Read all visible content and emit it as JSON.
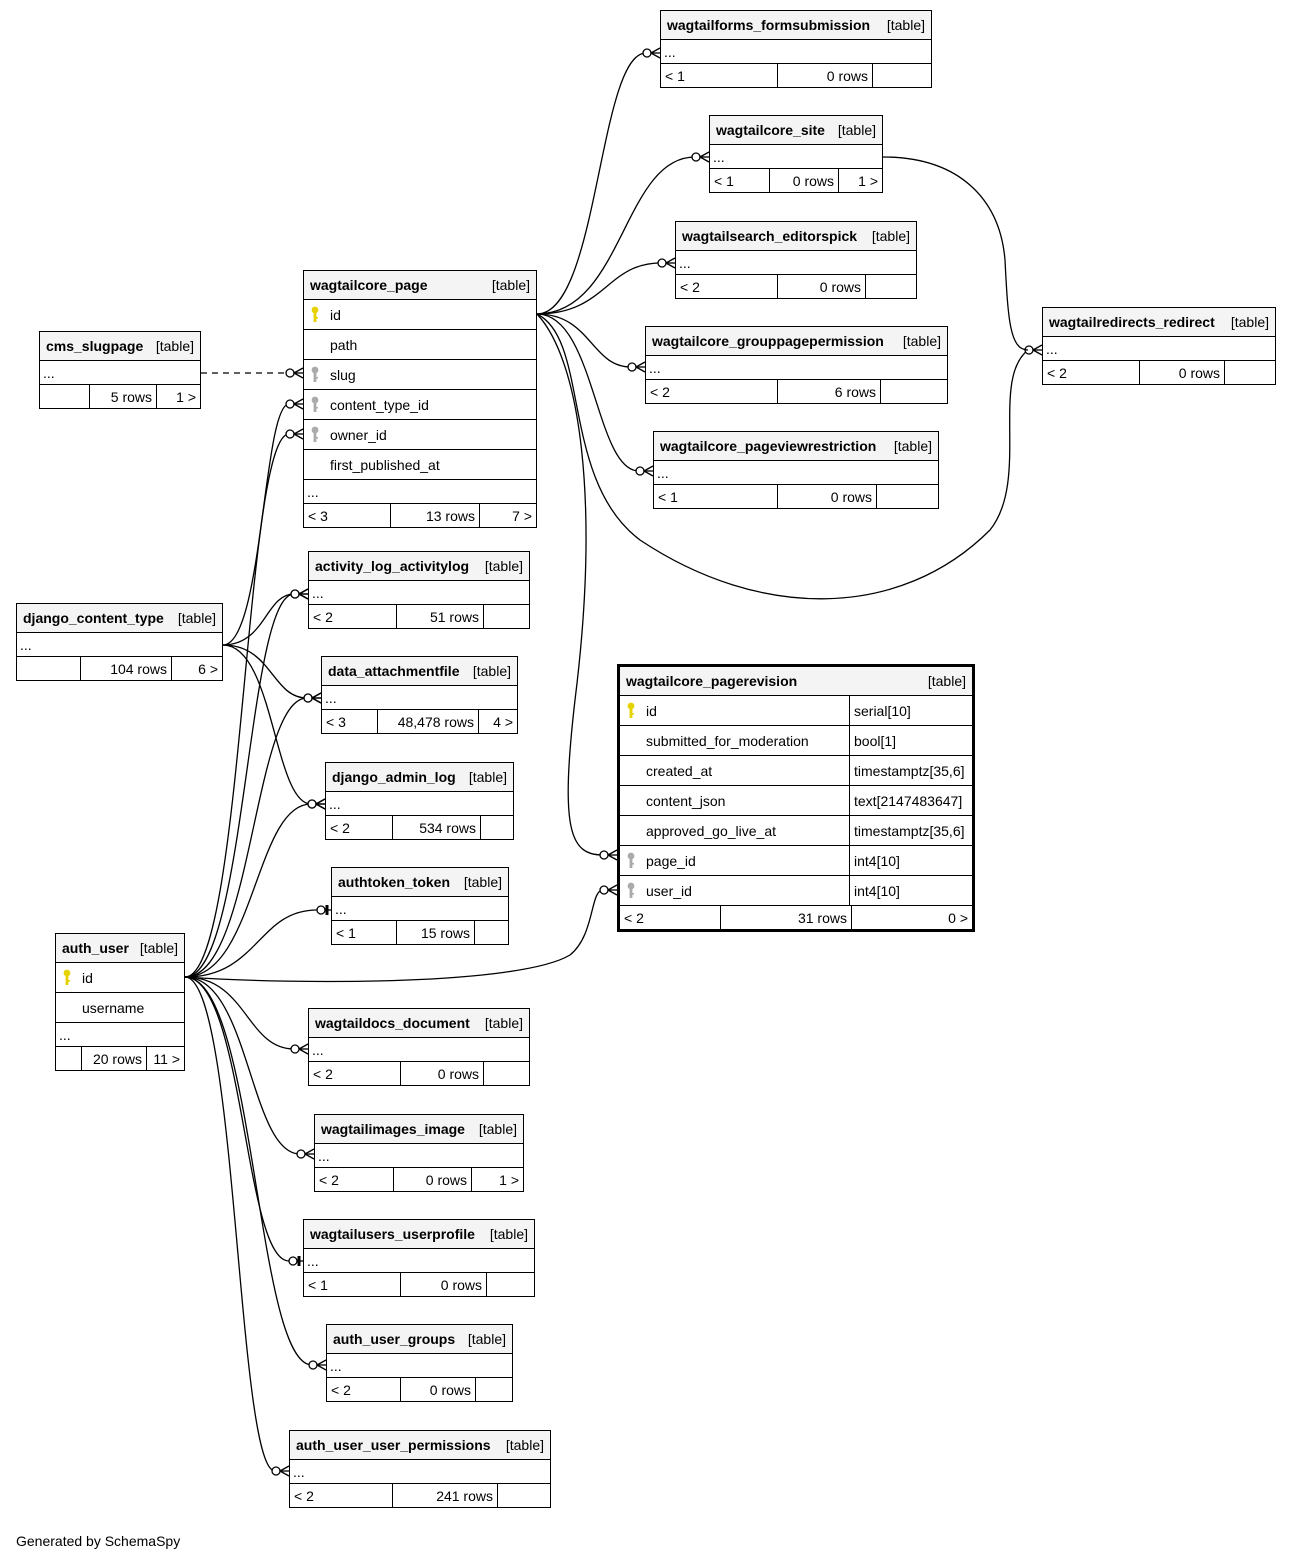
{
  "diagram": {
    "footer_text": "Generated by SchemaSpy",
    "colors": {
      "primary_key": "#e6d200",
      "foreign_key": "#aaaaaa",
      "header_bg": "#f4f4f4"
    },
    "tables": [
      {
        "id": "wagtailforms_formsubmission",
        "name": "wagtailforms_formsubmission",
        "type": "[table]",
        "parents": "< 1",
        "rows": "0 rows",
        "children": ""
      },
      {
        "id": "wagtailcore_site",
        "name": "wagtailcore_site",
        "type": "[table]",
        "parents": "< 1",
        "rows": "0 rows",
        "children": "1 >"
      },
      {
        "id": "wagtailsearch_editorspick",
        "name": "wagtailsearch_editorspick",
        "type": "[table]",
        "parents": "< 2",
        "rows": "0 rows",
        "children": ""
      },
      {
        "id": "wagtailcore_grouppagepermission",
        "name": "wagtailcore_grouppagepermission",
        "type": "[table]",
        "parents": "< 2",
        "rows": "6 rows",
        "children": ""
      },
      {
        "id": "wagtailcore_pageviewrestriction",
        "name": "wagtailcore_pageviewrestriction",
        "type": "[table]",
        "parents": "< 1",
        "rows": "0 rows",
        "children": ""
      },
      {
        "id": "wagtailredirects_redirect",
        "name": "wagtailredirects_redirect",
        "type": "[table]",
        "parents": "< 2",
        "rows": "0 rows",
        "children": ""
      },
      {
        "id": "cms_slugpage",
        "name": "cms_slugpage",
        "type": "[table]",
        "parents": "",
        "rows": "5 rows",
        "children": "1 >"
      },
      {
        "id": "activity_log_activitylog",
        "name": "activity_log_activitylog",
        "type": "[table]",
        "parents": "< 2",
        "rows": "51 rows",
        "children": ""
      },
      {
        "id": "django_content_type",
        "name": "django_content_type",
        "type": "[table]",
        "parents": "",
        "rows": "104 rows",
        "children": "6 >"
      },
      {
        "id": "data_attachmentfile",
        "name": "data_attachmentfile",
        "type": "[table]",
        "parents": "< 3",
        "rows": "48,478 rows",
        "children": "4 >"
      },
      {
        "id": "django_admin_log",
        "name": "django_admin_log",
        "type": "[table]",
        "parents": "< 2",
        "rows": "534 rows",
        "children": ""
      },
      {
        "id": "authtoken_token",
        "name": "authtoken_token",
        "type": "[table]",
        "parents": "< 1",
        "rows": "15 rows",
        "children": ""
      },
      {
        "id": "wagtaildocs_document",
        "name": "wagtaildocs_document",
        "type": "[table]",
        "parents": "< 2",
        "rows": "0 rows",
        "children": ""
      },
      {
        "id": "wagtailimages_image",
        "name": "wagtailimages_image",
        "type": "[table]",
        "parents": "< 2",
        "rows": "0 rows",
        "children": "1 >"
      },
      {
        "id": "wagtailusers_userprofile",
        "name": "wagtailusers_userprofile",
        "type": "[table]",
        "parents": "< 1",
        "rows": "0 rows",
        "children": ""
      },
      {
        "id": "auth_user_groups",
        "name": "auth_user_groups",
        "type": "[table]",
        "parents": "< 2",
        "rows": "0 rows",
        "children": ""
      },
      {
        "id": "auth_user_user_permissions",
        "name": "auth_user_user_permissions",
        "type": "[table]",
        "parents": "< 2",
        "rows": "241 rows",
        "children": ""
      }
    ],
    "wagtailcore_page": {
      "name": "wagtailcore_page",
      "type": "[table]",
      "columns": [
        {
          "name": "id",
          "key": "primary"
        },
        {
          "name": "path",
          "key": "none"
        },
        {
          "name": "slug",
          "key": "foreign"
        },
        {
          "name": "content_type_id",
          "key": "foreign"
        },
        {
          "name": "owner_id",
          "key": "foreign"
        },
        {
          "name": "first_published_at",
          "key": "none"
        }
      ],
      "parents": "< 3",
      "rows": "13 rows",
      "children": "7 >"
    },
    "auth_user": {
      "name": "auth_user",
      "type": "[table]",
      "columns": [
        {
          "name": "id",
          "key": "primary"
        },
        {
          "name": "username",
          "key": "none"
        }
      ],
      "parents": "",
      "rows": "20 rows",
      "children": "11 >"
    },
    "wagtailcore_pagerevision": {
      "name": "wagtailcore_pagerevision",
      "type": "[table]",
      "columns": [
        {
          "name": "id",
          "key": "primary",
          "datatype": "serial[10]"
        },
        {
          "name": "submitted_for_moderation",
          "key": "none",
          "datatype": "bool[1]"
        },
        {
          "name": "created_at",
          "key": "none",
          "datatype": "timestamptz[35,6]"
        },
        {
          "name": "content_json",
          "key": "none",
          "datatype": "text[2147483647]"
        },
        {
          "name": "approved_go_live_at",
          "key": "none",
          "datatype": "timestamptz[35,6]"
        },
        {
          "name": "page_id",
          "key": "foreign",
          "datatype": "int4[10]"
        },
        {
          "name": "user_id",
          "key": "foreign",
          "datatype": "int4[10]"
        }
      ],
      "parents": "< 2",
      "rows": "31 rows",
      "children": "0 >"
    }
  }
}
